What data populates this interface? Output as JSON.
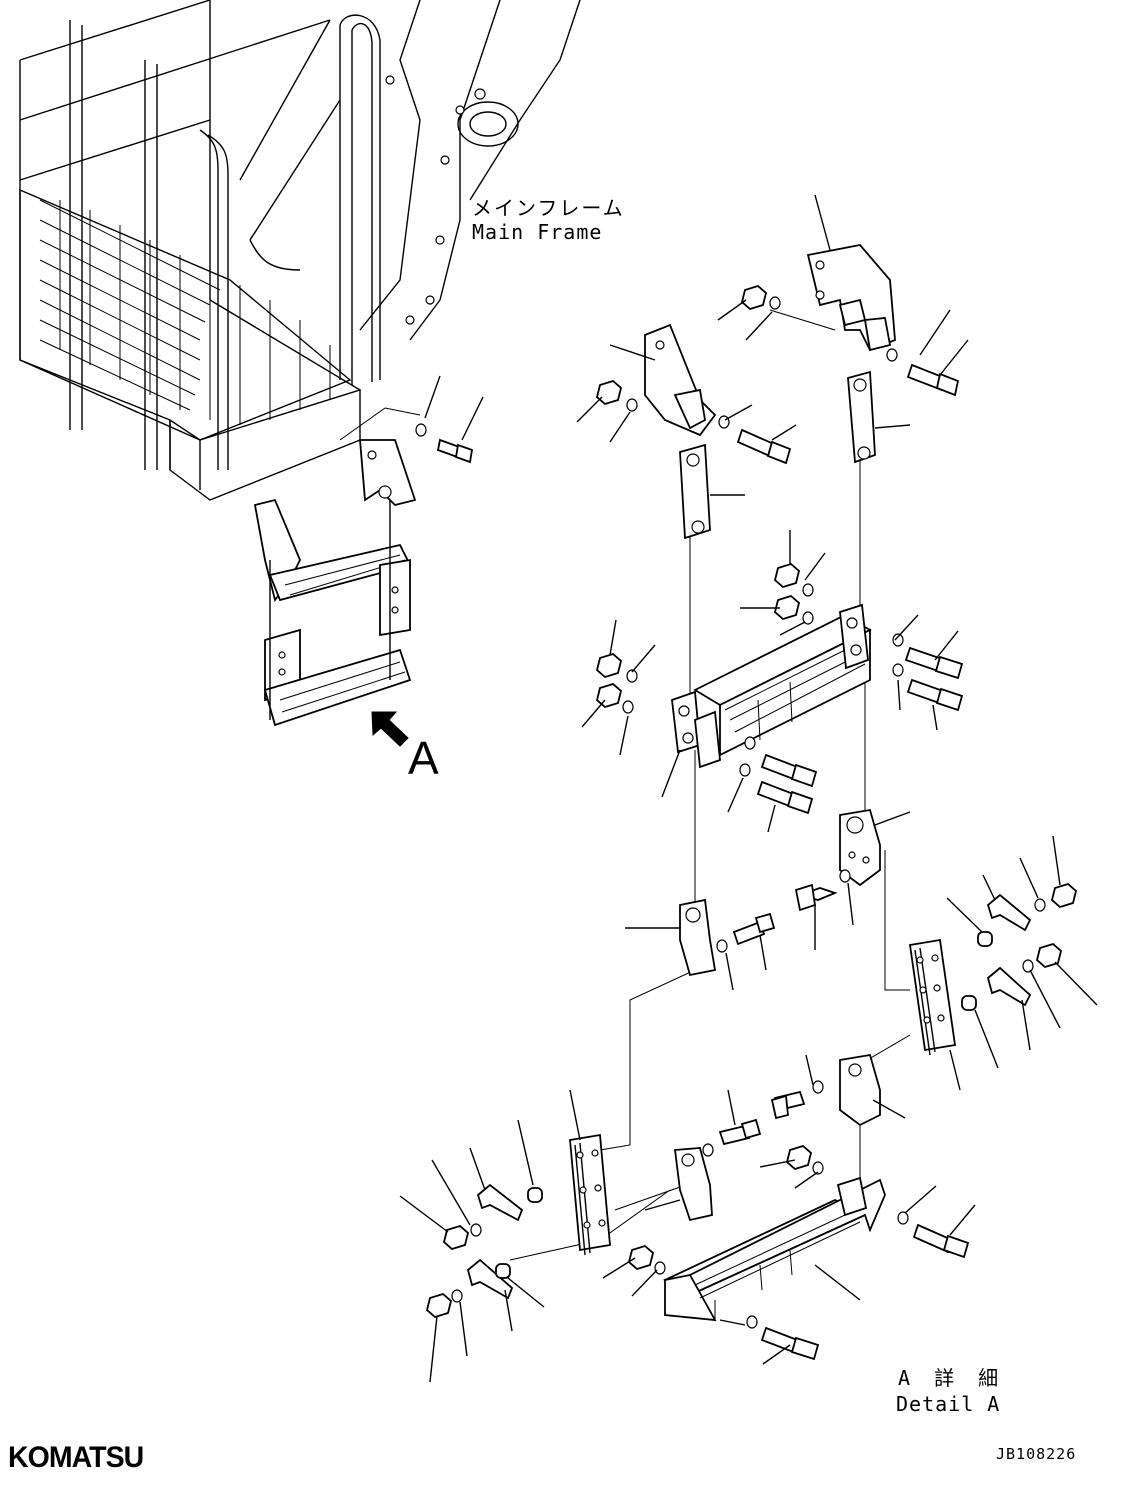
{
  "labels": {
    "main_frame_jp": "メインフレーム",
    "main_frame_en": "Main Frame",
    "callout_letter": "A",
    "detail_jp": "A 詳 細",
    "detail_en": "Detail A",
    "brand": "KOMATSU",
    "drawing_number": "JB108226"
  },
  "colors": {
    "ink": "#000000",
    "paper": "#ffffff"
  },
  "icons": {
    "view_arrow": "arrow-up-left-icon"
  }
}
